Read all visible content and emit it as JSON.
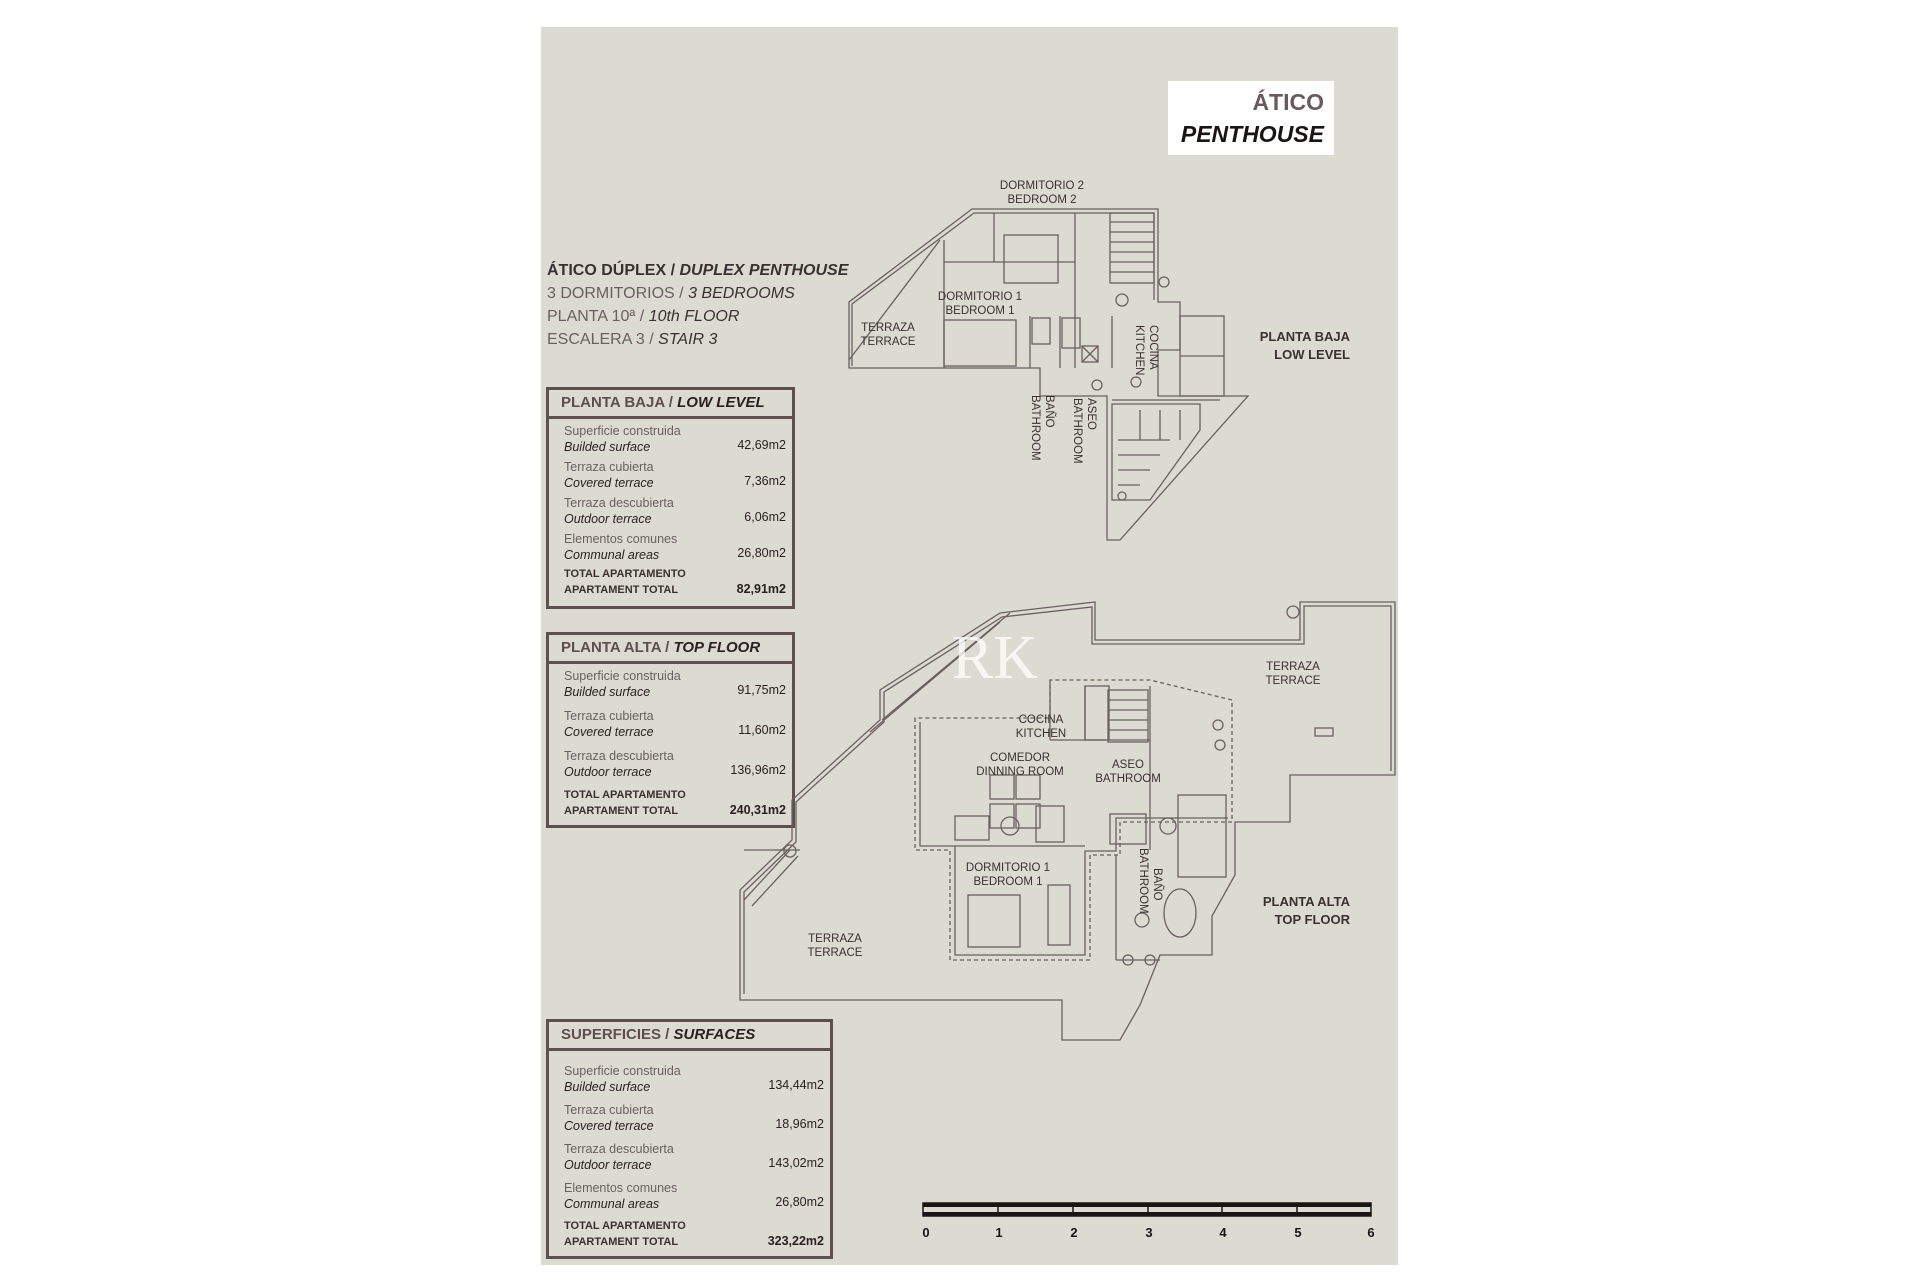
{
  "title": {
    "es": "ÁTICO",
    "en": "PENTHOUSE"
  },
  "description": [
    {
      "es": "ÁTICO DÚPLEX /",
      "en": "DUPLEX PENTHOUSE"
    },
    {
      "es": "3 DORMITORIOS /",
      "en": "3 BEDROOMS"
    },
    {
      "es": "PLANTA 10ª /",
      "en": "10th FLOOR"
    },
    {
      "es": "ESCALERA 3 /",
      "en": "STAIR 3"
    }
  ],
  "tables": {
    "low": {
      "title_es": "PLANTA BAJA /",
      "title_en": "LOW LEVEL",
      "rows": [
        {
          "es": "Superficie construida",
          "en": "Builded surface",
          "value": "42,69m2"
        },
        {
          "es": "Terraza cubierta",
          "en": "Covered terrace",
          "value": "7,36m2"
        },
        {
          "es": "Terraza descubierta",
          "en": "Outdoor terrace",
          "value": "6,06m2"
        },
        {
          "es": "Elementos comunes",
          "en": "Communal areas",
          "value": "26,80m2"
        }
      ],
      "total": {
        "es": "TOTAL APARTAMENTO",
        "en": "APARTAMENT TOTAL",
        "value": "82,91m2"
      }
    },
    "top": {
      "title_es": "PLANTA ALTA /",
      "title_en": "TOP FLOOR",
      "rows": [
        {
          "es": "Superficie construida",
          "en": "Builded surface",
          "value": "91,75m2"
        },
        {
          "es": "Terraza cubierta",
          "en": "Covered terrace",
          "value": "11,60m2"
        },
        {
          "es": "Terraza descubierta",
          "en": "Outdoor terrace",
          "value": "136,96m2"
        }
      ],
      "total": {
        "es": "TOTAL APARTAMENTO",
        "en": "APARTAMENT TOTAL",
        "value": "240,31m2"
      }
    },
    "surfaces": {
      "title_es": "SUPERFICIES /",
      "title_en": "SURFACES",
      "rows": [
        {
          "es": "Superficie construida",
          "en": "Builded surface",
          "value": "134,44m2"
        },
        {
          "es": "Terraza cubierta",
          "en": "Covered terrace",
          "value": "18,96m2"
        },
        {
          "es": "Terraza descubierta",
          "en": "Outdoor terrace",
          "value": "143,02m2"
        },
        {
          "es": "Elementos comunes",
          "en": "Communal areas",
          "value": "26,80m2"
        }
      ],
      "total": {
        "es": "TOTAL APARTAMENTO",
        "en": "APARTAMENT TOTAL",
        "value": "323,22m2"
      }
    }
  },
  "levels": {
    "low": {
      "es": "PLANTA BAJA",
      "en": "LOW LEVEL"
    },
    "top": {
      "es": "PLANTA ALTA",
      "en": "TOP FLOOR"
    }
  },
  "rooms_low": {
    "dorm2_es": "DORMITORIO 2",
    "dorm2_en": "BEDROOM 2",
    "dorm1_es": "DORMITORIO 1",
    "dorm1_en": "BEDROOM 1",
    "terrace_es": "TERRAZA",
    "terrace_en": "TERRACE",
    "kitchen_es": "COCINA",
    "kitchen_en": "KITCHEN",
    "bath_es": "BAÑO",
    "bath_en": "BATHROOM",
    "aseo_es": "ASEO",
    "aseo_en": "BATHROOM"
  },
  "rooms_top": {
    "terrace_es": "TERRAZA",
    "terrace_en": "TERRACE",
    "kitchen_es": "COCINA",
    "kitchen_en": "KITCHEN",
    "dining_es": "COMEDOR",
    "dining_en": "DINNING ROOM",
    "aseo_es": "ASEO",
    "aseo_en": "BATHROOM",
    "dorm1_es": "DORMITORIO 1",
    "dorm1_en": "BEDROOM 1",
    "bath_es": "BAÑO",
    "bath_en": "BATHROOM",
    "terrace2_es": "TERRAZA",
    "terrace2_en": "TERRACE"
  },
  "scale_labels": [
    "0",
    "1",
    "2",
    "3",
    "4",
    "5",
    "6"
  ],
  "watermark": "RK",
  "colors": {
    "paper": "#dcdbd2",
    "ink": "#5e4e4e",
    "line": "#6a6060"
  }
}
